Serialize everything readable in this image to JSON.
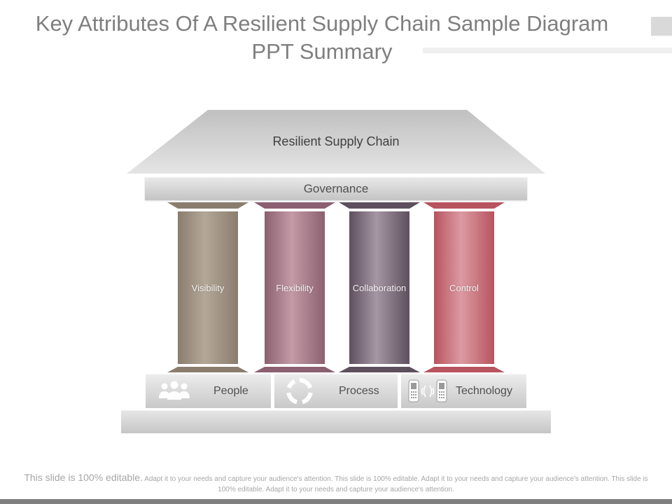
{
  "title": "Key Attributes Of A Resilient Supply Chain Sample Diagram PPT Summary",
  "roof": {
    "label": "Resilient Supply Chain"
  },
  "governance": {
    "label": "Governance"
  },
  "pillars": [
    {
      "label": "Visibility",
      "color_dark": "#8a7d6e",
      "color_light": "#b3a797"
    },
    {
      "label": "Flexibility",
      "color_dark": "#8b6070",
      "color_light": "#c59aa7"
    },
    {
      "label": "Collaboration",
      "color_dark": "#5e4f5e",
      "color_light": "#a697a5"
    },
    {
      "label": "Control",
      "color_dark": "#b7545f",
      "color_light": "#dc9aa2"
    }
  ],
  "base": [
    {
      "label": "People",
      "icon": "people-icon"
    },
    {
      "label": "Process",
      "icon": "cycle-icon"
    },
    {
      "label": "Technology",
      "icon": "phones-icon"
    }
  ],
  "footer": {
    "lead": "This slide is 100% editable.",
    "text": "Adapt it to your needs and capture your audience's attention. This slide is 100% editable. Adapt it to your needs and capture your audience's attention. This slide is 100% editable. Adapt it to your needs and capture your audience's attention."
  }
}
